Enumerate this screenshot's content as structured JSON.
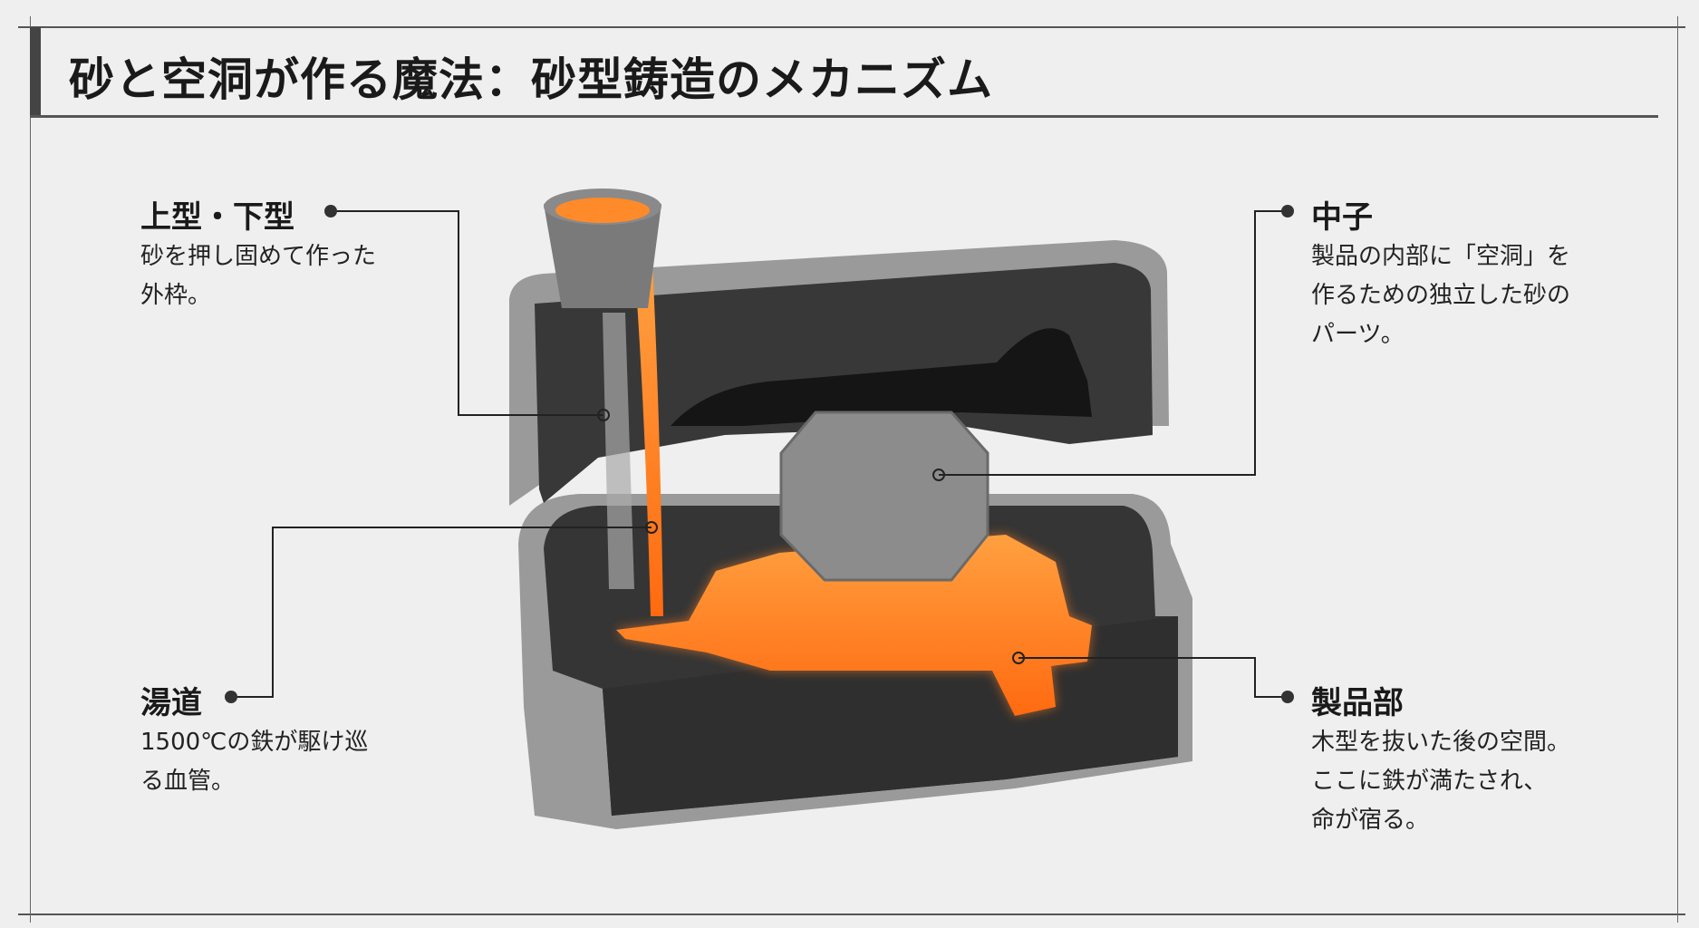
{
  "title": "砂と空洞が作る魔法：砂型鋳造のメカニズム",
  "callouts": {
    "mold": {
      "label": "上型・下型",
      "lines": [
        "砂を押し固めて作った",
        "外枠。"
      ]
    },
    "core": {
      "label": "中子",
      "lines": [
        "製品の内部に「空洞」を",
        "作るための独立した砂の",
        "パーツ。"
      ]
    },
    "runner": {
      "label": "湯道",
      "lines": [
        "1500℃の鉄が駆け巡",
        "る血管。"
      ]
    },
    "product": {
      "label": "製品部",
      "lines": [
        "木型を抜いた後の空間。",
        "ここに鉄が満たされ、",
        "命が宿る。"
      ]
    }
  },
  "colors": {
    "molten": "#ff7a1a",
    "sand": "#3a3a3a",
    "core": "#8a8a8a",
    "frame": "#9a9a9a"
  }
}
